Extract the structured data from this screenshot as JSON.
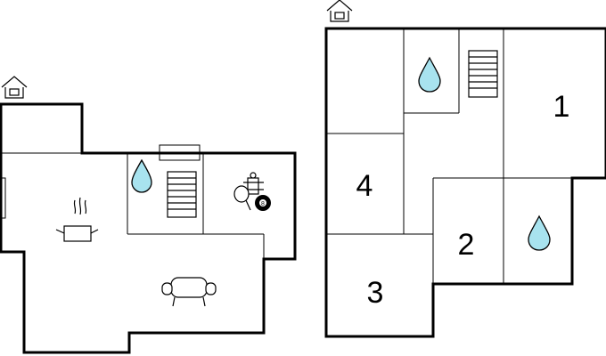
{
  "floor_plan": {
    "left_level": {
      "rooms": [],
      "icons": [
        "entrance-icon",
        "cooking-pot-icon",
        "armchair-icon",
        "staircase-icon",
        "water-drop-icon",
        "table-football-icon",
        "table-tennis-icon",
        "billiard-ball-icon"
      ]
    },
    "right_level": {
      "rooms": [
        {
          "label": "1"
        },
        {
          "label": "2"
        },
        {
          "label": "3"
        },
        {
          "label": "4"
        }
      ],
      "icons": [
        "entrance-icon",
        "water-drop-icon",
        "staircase-icon",
        "water-drop-icon"
      ]
    },
    "billiard_ball_number": "8"
  }
}
